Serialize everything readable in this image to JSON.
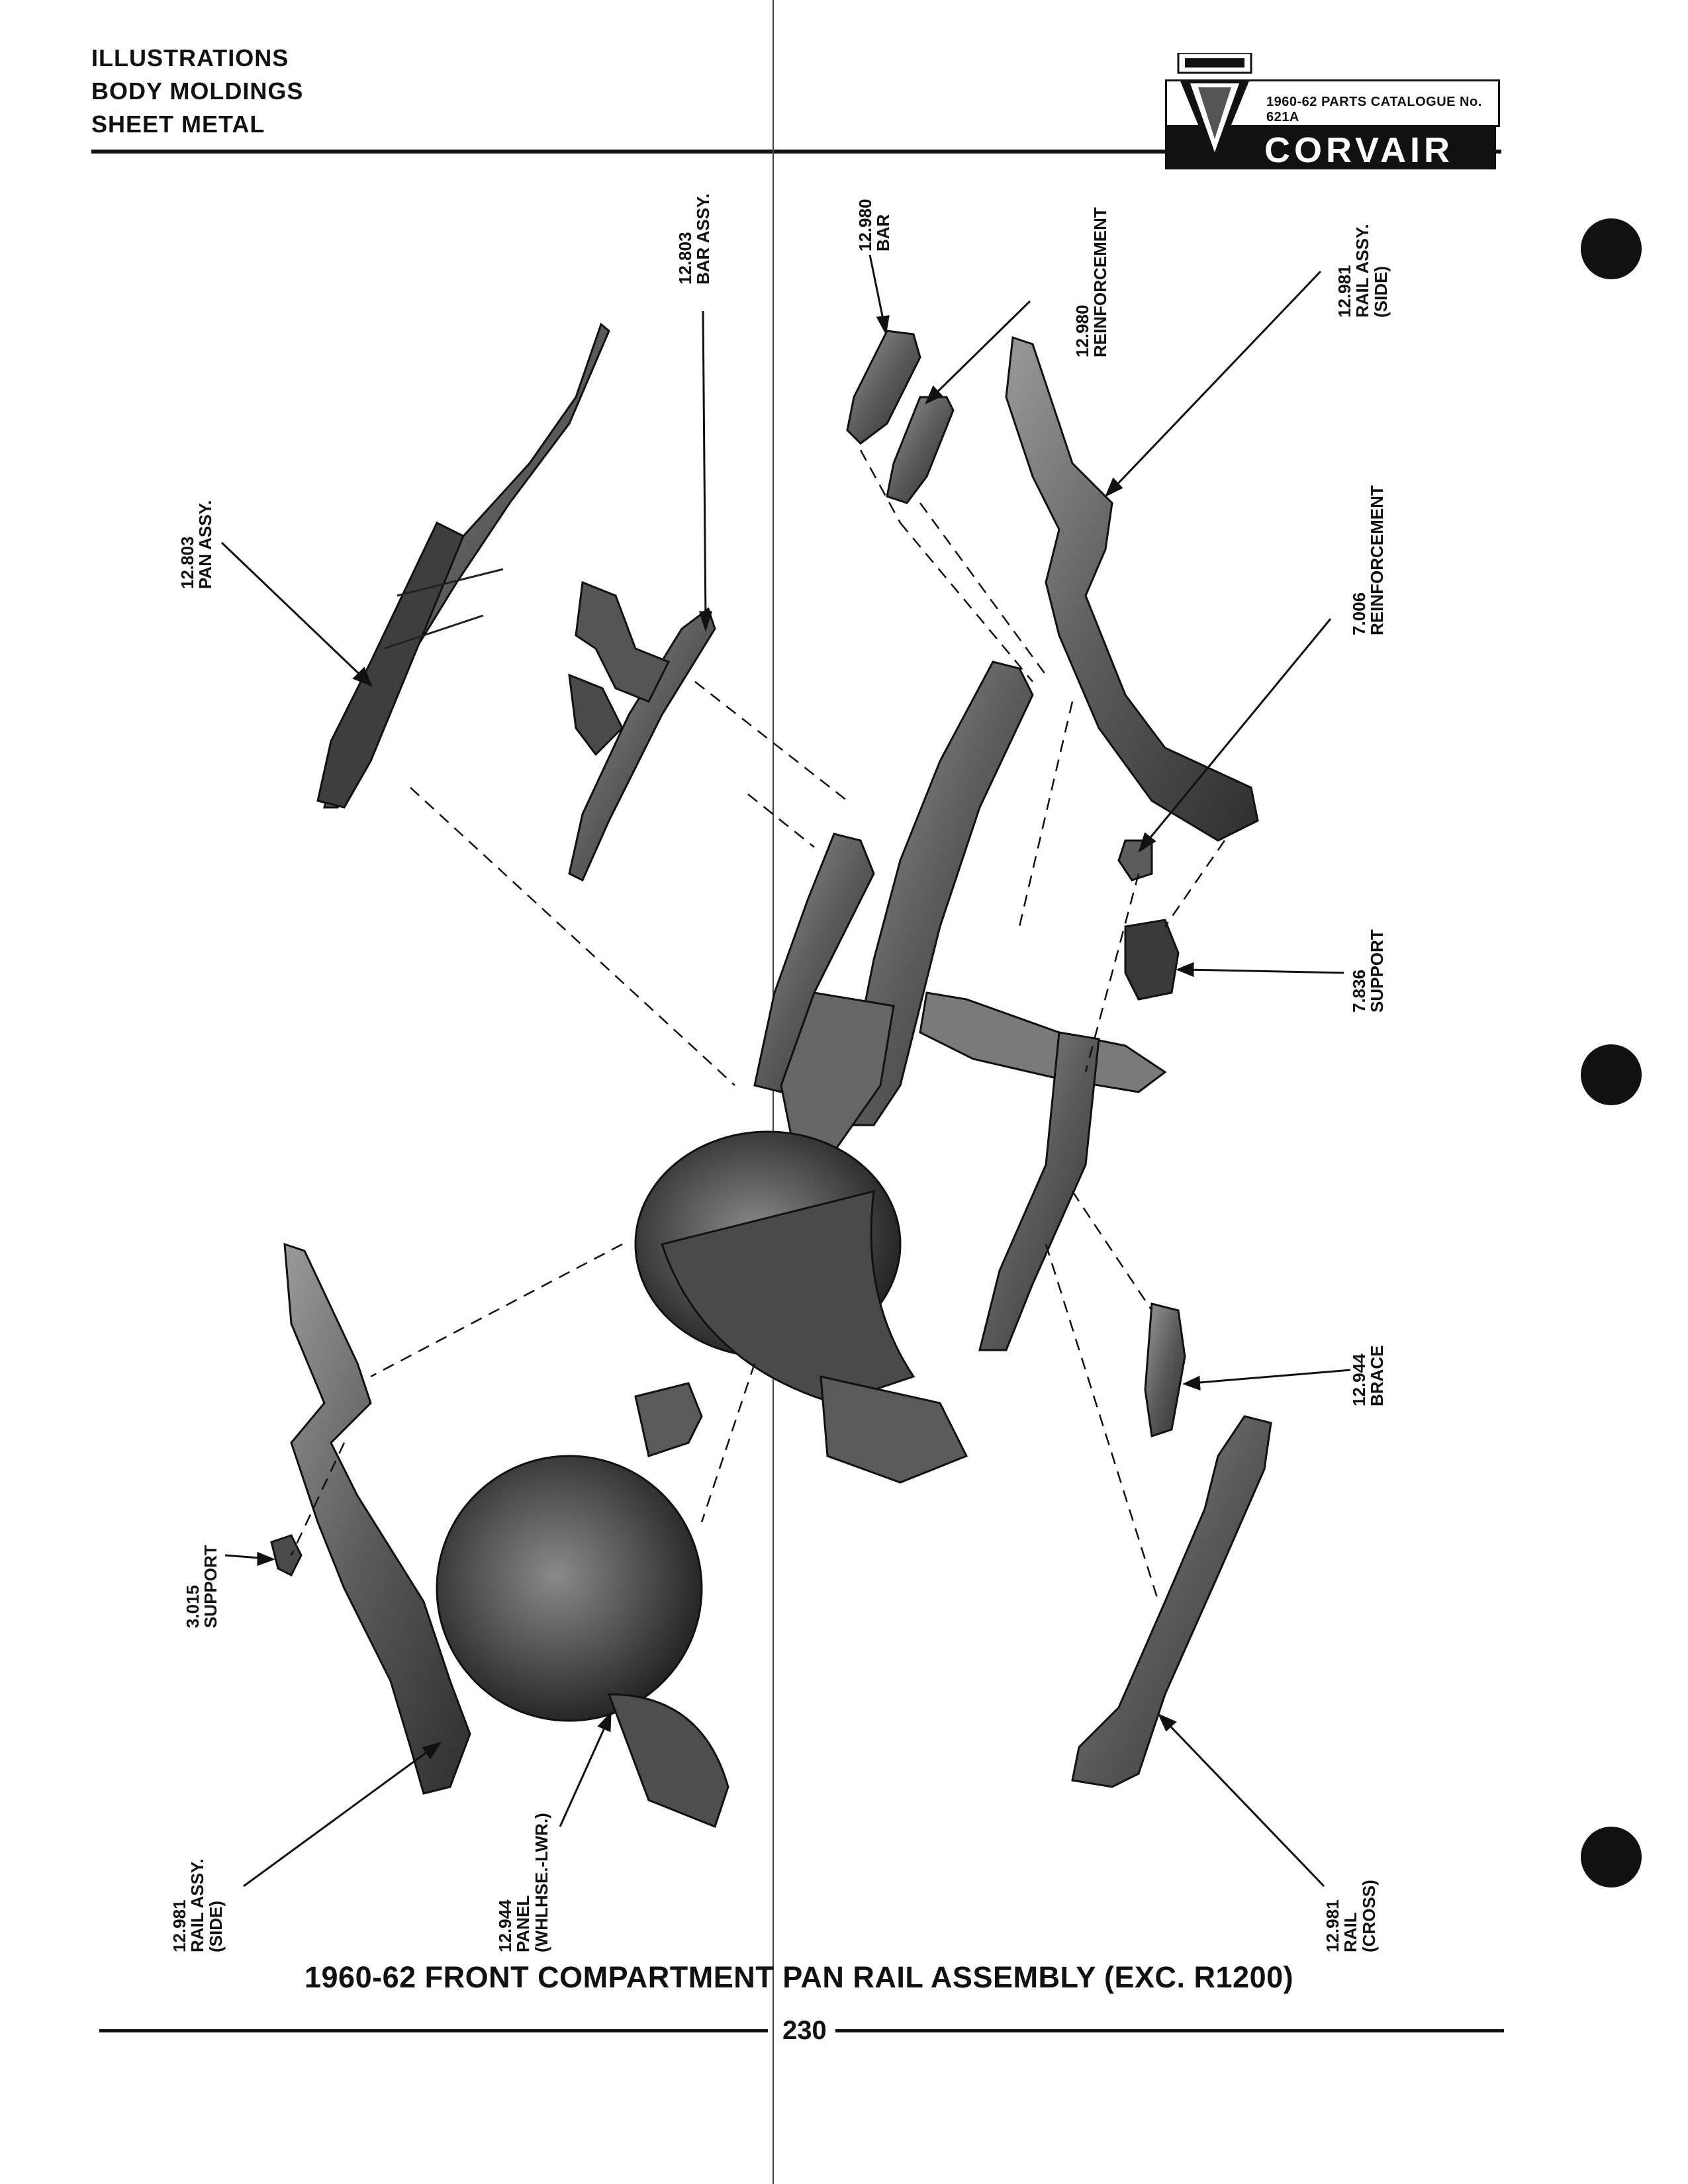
{
  "header": {
    "line1": "ILLUSTRATIONS",
    "line2": "BODY MOLDINGS",
    "line3": "SHEET METAL"
  },
  "logo": {
    "catalogue": "1960-62 PARTS CATALOGUE No. 621A",
    "brand": "CORVAIR"
  },
  "callouts": [
    {
      "number": "12.803",
      "name": "PAN ASSY.",
      "extra": ""
    },
    {
      "number": "12.803",
      "name": "BAR ASSY.",
      "extra": ""
    },
    {
      "number": "12.980",
      "name": "BAR",
      "extra": ""
    },
    {
      "number": "12.980",
      "name": "REINFORCEMENT",
      "extra": ""
    },
    {
      "number": "12.981",
      "name": "RAIL ASSY.",
      "extra": "(SIDE)"
    },
    {
      "number": "7.006",
      "name": "REINFORCEMENT",
      "extra": ""
    },
    {
      "number": "7.836",
      "name": "SUPPORT",
      "extra": ""
    },
    {
      "number": "12.944",
      "name": "BRACE",
      "extra": ""
    },
    {
      "number": "3.015",
      "name": "SUPPORT",
      "extra": ""
    },
    {
      "number": "12.981",
      "name": "RAIL ASSY.",
      "extra": "(SIDE)"
    },
    {
      "number": "12.944",
      "name": "PANEL",
      "extra": "(WHLHSE.-LWR.)"
    },
    {
      "number": "12.981",
      "name": "RAIL",
      "extra": "(CROSS)"
    }
  ],
  "caption": "1960-62 FRONT COMPARTMENT PAN RAIL ASSEMBLY (EXC. R1200)",
  "page_number": "230",
  "colors": {
    "ink": "#111111",
    "paper": "#ffffff",
    "part_fill": "#6e6e6e",
    "part_dark": "#3a3a3a"
  }
}
